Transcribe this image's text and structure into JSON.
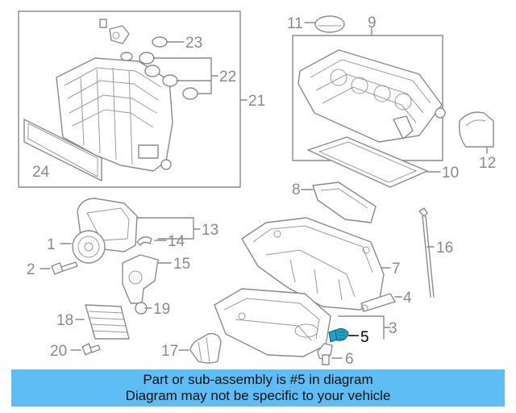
{
  "diagram": {
    "callouts": [
      "1",
      "2",
      "3",
      "4",
      "5",
      "6",
      "7",
      "8",
      "9",
      "10",
      "11",
      "12",
      "13",
      "14",
      "15",
      "16",
      "17",
      "18",
      "19",
      "20",
      "21",
      "22",
      "23",
      "24"
    ],
    "highlighted_callout": "5",
    "highlight_color": "#1fa3c9",
    "line_color": "#8a8a8a"
  },
  "banner": {
    "line1": "Part or sub-assembly is #5 in diagram",
    "line2": "Diagram may not be specific to your vehicle",
    "background": "#5ebdf4"
  }
}
